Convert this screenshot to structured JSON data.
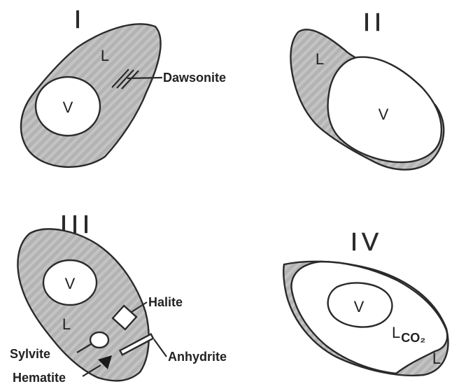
{
  "inclusions": [
    {
      "numeral": "I",
      "bubble_label": "V",
      "liquid_label": "L",
      "minerals": [
        "Dawsonite"
      ]
    },
    {
      "numeral": "II",
      "bubble_label": "V",
      "liquid_label": "L"
    },
    {
      "numeral": "III",
      "bubble_label": "V",
      "liquid_label": "L",
      "minerals": [
        "Halite",
        "Sylvite",
        "Anhydrite",
        "Hematite"
      ]
    },
    {
      "numeral": "IV",
      "bubble_label": "V",
      "co2_label": "L",
      "co2_subscript": "CO₂",
      "liquid_label": "L"
    }
  ],
  "colors": {
    "liquid_fill": "#b3b3b3",
    "outline": "#2a2a2a",
    "bubble_fill": "#ffffff",
    "background": "#ffffff"
  }
}
